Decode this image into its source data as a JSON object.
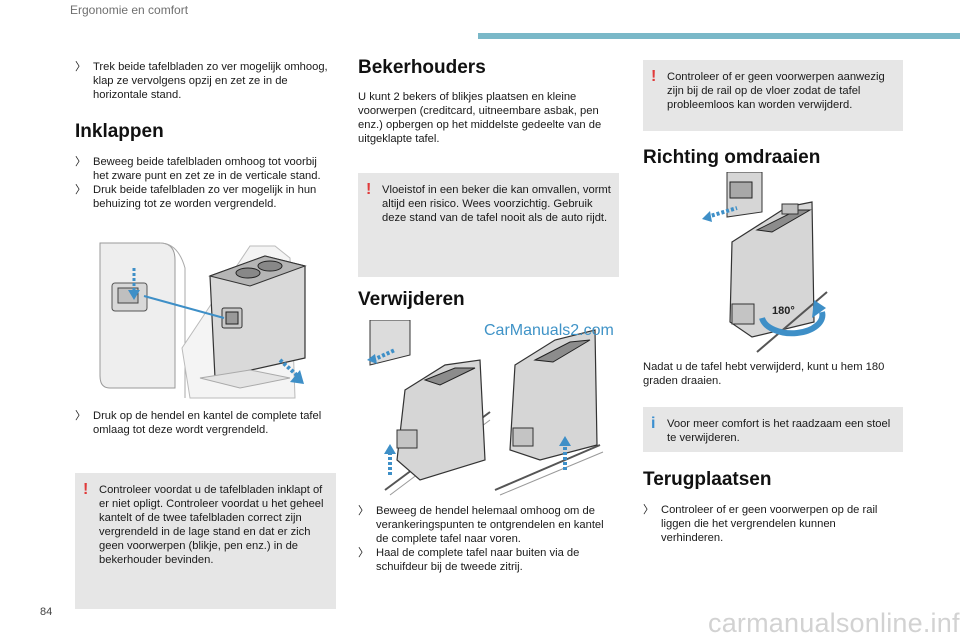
{
  "header": {
    "section": "Ergonomie en comfort",
    "accent_color": "#7ab8c8"
  },
  "page_number": "84",
  "watermark": {
    "carmanuals": "CarManuals2.com",
    "footer": "carmanualsonline.info"
  },
  "col1": {
    "intro_bullet": "Trek beide tafelbladen zo ver mogelijk omhoog, klap ze vervolgens opzij en zet ze in de horizontale stand.",
    "heading": "Inklappen",
    "bullets": [
      "Beweeg beide tafelbladen omhoog tot voorbij het zware punt en zet ze in de verticale stand.",
      "Druk beide tafelbladen zo ver mogelijk in hun behuizing tot ze worden vergrendeld."
    ],
    "bullet_after_fig": "Druk op de hendel en kantel de complete tafel omlaag tot deze wordt vergrendeld.",
    "warning": "Controleer voordat u de tafelbladen inklapt of er niet opligt. Controleer voordat u het geheel kantelt of de twee tafelbladen correct zijn vergrendeld in de lage stand en dat er zich geen voorwerpen (blikje, pen enz.) in de bekerhouder bevinden."
  },
  "col2": {
    "heading": "Bekerhouders",
    "para": "U kunt 2 bekers of blikjes plaatsen en kleine voorwerpen (creditcard, uitneembare asbak, pen enz.) opbergen op het middelste gedeelte van de uitgeklapte tafel.",
    "warning": "Vloeistof in een beker die kan omvallen, vormt altijd een risico. Wees voorzichtig. Gebruik deze stand van de tafel nooit als de auto rijdt.",
    "heading2": "Verwijderen",
    "bullets": [
      "Beweeg de hendel helemaal omhoog om de verankeringspunten te ontgrendelen en kantel de complete tafel naar voren.",
      "Haal de complete tafel naar buiten via de schuifdeur bij de tweede zitrij."
    ]
  },
  "col3": {
    "warning": "Controleer of er geen voorwerpen aanwezig zijn bij de rail op de vloer zodat de tafel probleemloos kan worden verwijderd.",
    "heading": "Richting omdraaien",
    "fig_label": "180°",
    "para": "Nadat u de tafel hebt verwijderd, kunt u hem 180 graden draaien.",
    "info": "Voor meer comfort is het raadzaam een stoel te verwijderen.",
    "heading2": "Terugplaatsen",
    "bullet": "Controleer of er geen voorwerpen op de rail liggen die het vergrendelen kunnen verhinderen."
  },
  "icons": {
    "bullet": "bullet-arrow-icon",
    "warning": "exclamation-icon",
    "info": "info-icon"
  },
  "colors": {
    "warning": "#e03a3a",
    "info": "#3b8fd0",
    "box_bg": "#e6e6e6"
  }
}
